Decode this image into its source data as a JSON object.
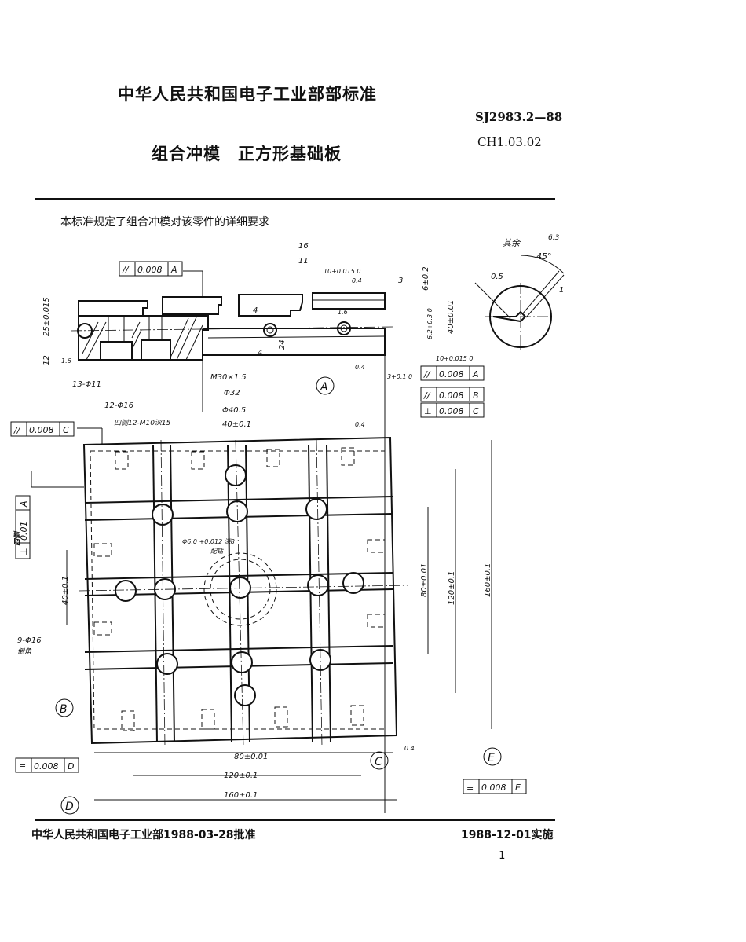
{
  "header": {
    "organization": "中华人民共和国电子工业部部标准",
    "standard_number": "SJ2983.2—88",
    "classification_code": "CH1.03.02",
    "title": "组合冲模　正方形基础板"
  },
  "intro": "本标准规定了组合冲模对该零件的详细要求",
  "drawing": {
    "surface_note": "其余",
    "roughness_general": "6.3",
    "angle": "45°",
    "chamfer": "0.5",
    "detail_one": "1",
    "dims": {
      "d16": "16",
      "d11": "11",
      "slot_width": "10+0.015 0",
      "depth_6": "6±0.2",
      "d3": "3",
      "height_40": "40±0.01",
      "height_25": "25±0.015",
      "d12": "12",
      "d4a": "4",
      "d4b": "4",
      "d24": "24",
      "slot_62": "6.2+0.3 0",
      "slot_10b": "10+0.015 0",
      "d3b": "3+0.1 0",
      "holes_11": "13-Φ11",
      "holes_16": "12-Φ16",
      "thread": "M30×1.5",
      "phi32": "Φ32",
      "phi40": "Φ40.5",
      "pitch_40": "40±0.1",
      "side_threads": "四侧12-M10深15",
      "pin_hole": "Φ6.0 +0.012 深8",
      "pin_note": "配钻",
      "vert_40": "40±0.1",
      "holes_9": "9-Φ16",
      "holes_9_note": "倒角",
      "v80": "80±0.01",
      "v120": "120±0.1",
      "v160": "160±0.1",
      "h80": "80±0.01",
      "h120": "120±0.1",
      "h160": "160±0.1",
      "four_sides": "四侧"
    },
    "roughness": {
      "r04": "0.4",
      "r16": "1.6"
    },
    "tolerance_frames": [
      {
        "symbol": "//",
        "value": "0.008",
        "datum": "A"
      },
      {
        "symbol": "//",
        "value": "0.008",
        "datum": "A"
      },
      {
        "symbol": "//",
        "value": "0.008",
        "datum": "B"
      },
      {
        "symbol": "⊥",
        "value": "0.008",
        "datum": "C"
      },
      {
        "symbol": "//",
        "value": "0.008",
        "datum": "C"
      },
      {
        "symbol": "⊥",
        "value": "0.01",
        "datum": "A"
      },
      {
        "symbol": "≡",
        "value": "0.008",
        "datum": "D"
      },
      {
        "symbol": "≡",
        "value": "0.008",
        "datum": "E"
      }
    ],
    "datums": [
      "A",
      "B",
      "C",
      "D",
      "E"
    ]
  },
  "footer": {
    "approval": "中华人民共和国电子工业部1988-03-28批准",
    "effective": "1988-12-01实施",
    "page": "— 1 —"
  }
}
